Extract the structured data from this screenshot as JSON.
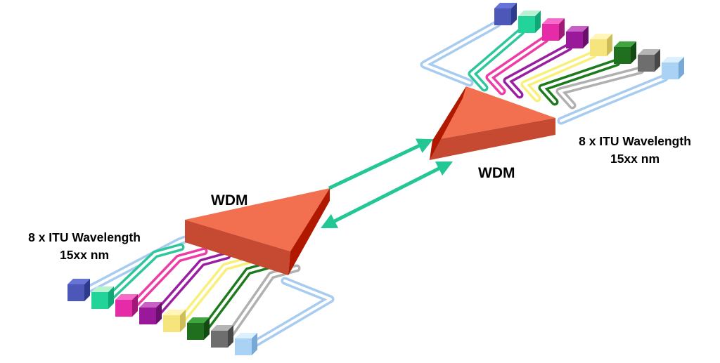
{
  "left": {
    "device_label": "WDM",
    "wavelength_line1": "8 x ITU Wavelength",
    "wavelength_line2": "15xx nm"
  },
  "right": {
    "device_label": "WDM",
    "wavelength_line1": "8 x ITU Wavelength",
    "wavelength_line2": "15xx nm"
  },
  "channels": [
    {
      "top": "#6674D8",
      "front": "#4D57B8",
      "side": "#2E3A8C",
      "line": "#A7CCF0"
    },
    {
      "top": "#B9F2D2",
      "front": "#22D49A",
      "side": "#11A877",
      "line": "#2EC79B"
    },
    {
      "top": "#F66AC8",
      "front": "#E62BA8",
      "side": "#A01978",
      "line": "#EE3CA6"
    },
    {
      "top": "#C860C6",
      "front": "#9A199A",
      "side": "#6A0F6C",
      "line": "#9A1FA0"
    },
    {
      "top": "#FFF6B8",
      "front": "#F6E57C",
      "side": "#CDBE5A",
      "line": "#F8F07A"
    },
    {
      "top": "#3FA53F",
      "front": "#1F6F1F",
      "side": "#134A13",
      "line": "#1D7A1D"
    },
    {
      "top": "#B5B5B5",
      "front": "#6E6E6E",
      "side": "#474747",
      "line": "#B0B0B0"
    },
    {
      "top": "#DDF0FF",
      "front": "#A9D2F5",
      "side": "#78A9D6",
      "line": "#A7CCF0"
    }
  ],
  "colors": {
    "wdm_top": "#F2704F",
    "wdm_front": "#C64A32",
    "wdm_side": "#B01800",
    "link_line": "#23C794"
  }
}
